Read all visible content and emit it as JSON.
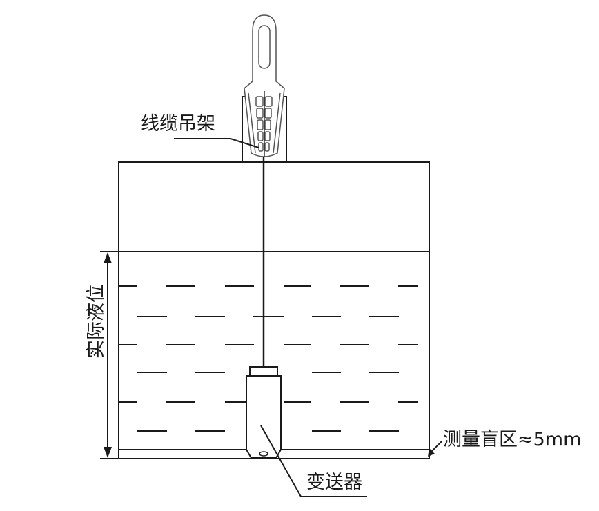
{
  "diagram": {
    "type": "liquid-level-transmitter-installation",
    "labels": {
      "cable_hanger": "线缆吊架",
      "actual_level": "实际液位",
      "blind_zone": "测量盲区≈5mm",
      "transmitter": "变送器"
    },
    "colors": {
      "line": "#1a1a1a",
      "background": "#ffffff",
      "hanger_outline": "#555555"
    }
  }
}
